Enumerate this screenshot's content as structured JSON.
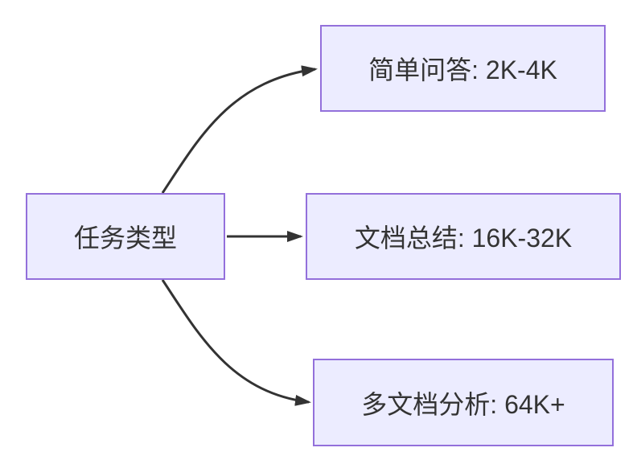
{
  "diagram": {
    "type": "flowchart",
    "direction": "LR",
    "colors": {
      "background": "#FFFFFF",
      "node_fill": "#ECECFF",
      "node_border": "#9370DB",
      "edge_line": "#333333",
      "text": "#333333"
    },
    "nodes": [
      {
        "id": "task-type",
        "label": "任务类型"
      },
      {
        "id": "simple-qa",
        "label": "简单问答: 2K-4K"
      },
      {
        "id": "doc-summary",
        "label": "文档总结: 16K-32K"
      },
      {
        "id": "multi-doc-analysis",
        "label": "多文档分析: 64K+"
      }
    ],
    "edges": [
      {
        "from": "task-type",
        "to": "simple-qa"
      },
      {
        "from": "task-type",
        "to": "doc-summary"
      },
      {
        "from": "task-type",
        "to": "multi-doc-analysis"
      }
    ]
  }
}
